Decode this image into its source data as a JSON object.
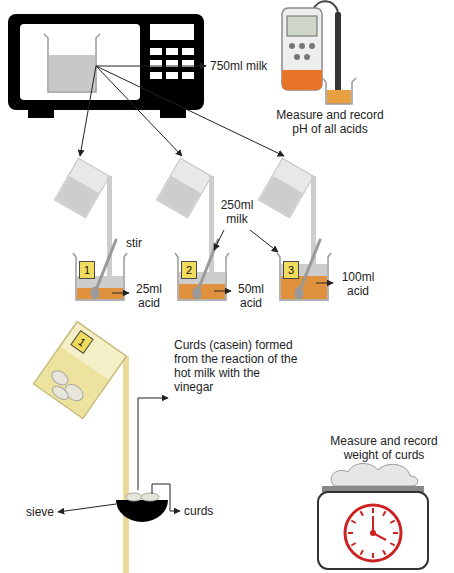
{
  "diagram": {
    "nodes": [
      {
        "text": [
          "1"
        ]
      },
      {
        "text": [
          "2"
        ]
      },
      {
        "text": [
          "3"
        ]
      },
      {
        "text": [
          "1"
        ]
      }
    ],
    "labels": [
      "750ml milk",
      "Measure and record pH of all acids",
      "stir",
      "250ml milk",
      "25ml acid",
      "50ml acid",
      "100ml acid",
      "Curds (casein) formed from the reaction of the hot milk with the vinegar",
      "sieve",
      "curds",
      "Measure and record weight of curds"
    ]
  }
}
